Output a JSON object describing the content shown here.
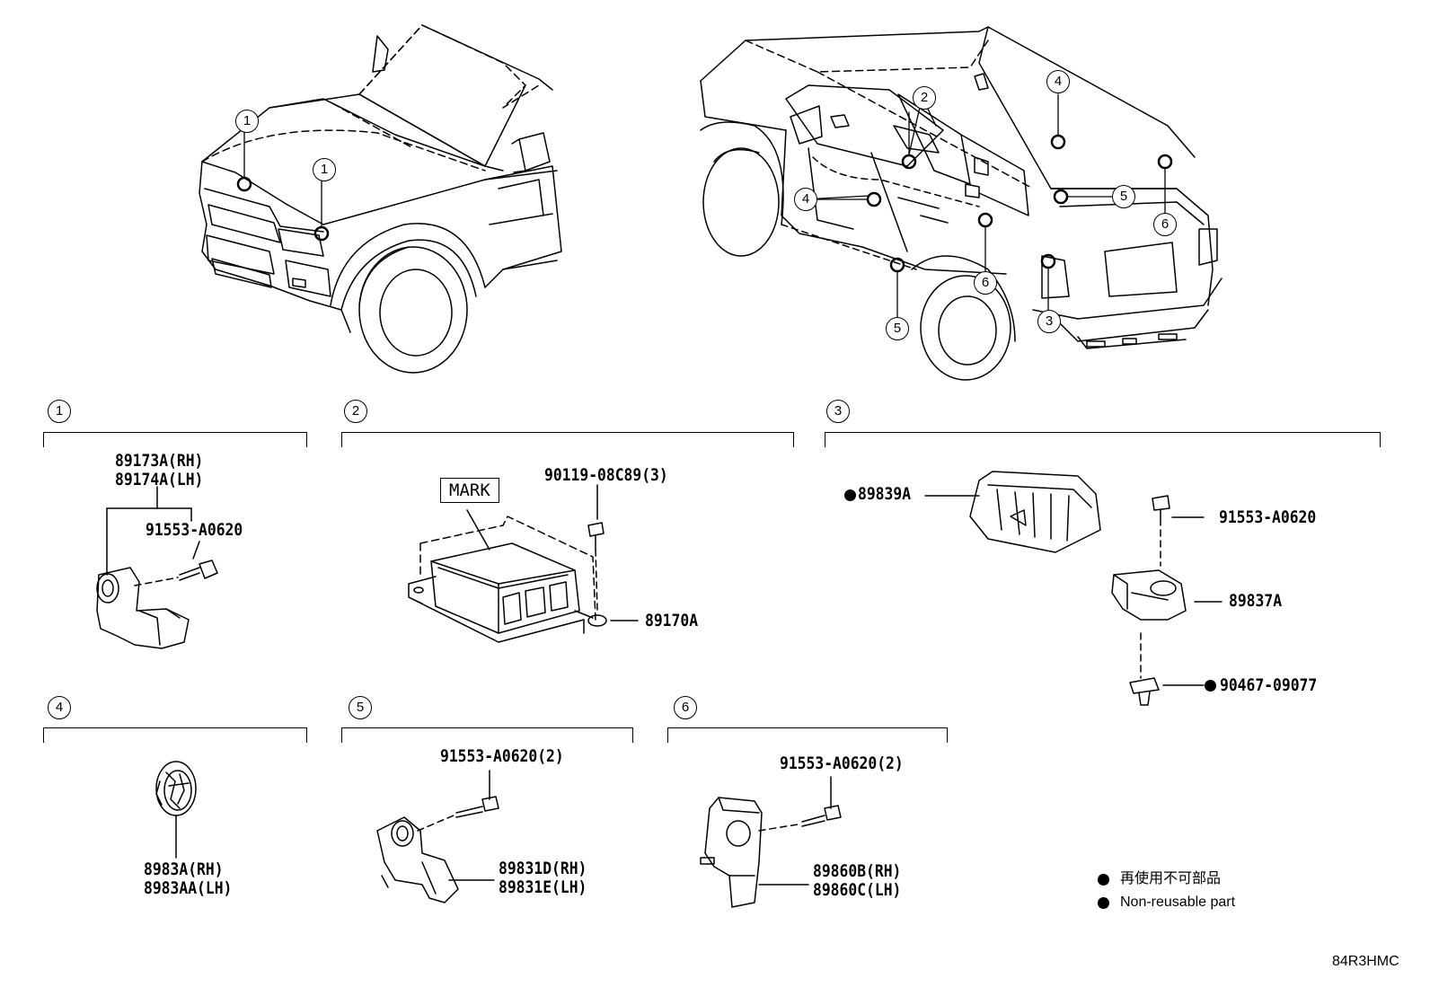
{
  "sections": [
    {
      "num": "1"
    },
    {
      "num": "2"
    },
    {
      "num": "3"
    },
    {
      "num": "4"
    },
    {
      "num": "5"
    },
    {
      "num": "6"
    }
  ],
  "callouts": {
    "front": [
      "1",
      "1"
    ],
    "rear": [
      "2",
      "4",
      "4",
      "5",
      "6",
      "6",
      "5",
      "3"
    ]
  },
  "parts": {
    "p89173A": "89173A(RH)",
    "p89174A": "89174A(LH)",
    "p91553_s1": "91553-A0620",
    "mark_label": "MARK",
    "p90119": "90119-08C89(3)",
    "p89170A": "89170A",
    "p89839A": "89839A",
    "p91553_s3": "91553-A0620",
    "p89837A": "89837A",
    "p90467": "90467-09077",
    "p8983A": "8983A(RH)",
    "p8983AA": "8983AA(LH)",
    "p91553_s5": "91553-A0620(2)",
    "p89831D": "89831D(RH)",
    "p89831E": "89831E(LH)",
    "p91553_s6": "91553-A0620(2)",
    "p89860B": "89860B(RH)",
    "p89860C": "89860C(LH)"
  },
  "legend": {
    "line1": "再使用不可部品",
    "line2": "Non-reusable part"
  },
  "diagram_code": "84R3HMC",
  "icons": {
    "non_reusable": "filled-dot"
  }
}
